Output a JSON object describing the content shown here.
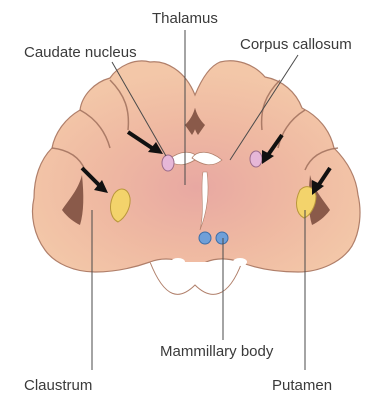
{
  "labels": {
    "thalamus": "Thalamus",
    "caudate_nucleus": "Caudate nucleus",
    "corpus_callosum": "Corpus callosum",
    "mammillary_body": "Mammillary body",
    "claustrum": "Claustrum",
    "putamen": "Putamen"
  },
  "colors": {
    "background": "#ffffff",
    "brain_tissue": "#f3c7a8",
    "brain_center": "#e8a8a2",
    "sulcus_lines": "#8a5a4a",
    "putamen_fill": "#f3d36b",
    "caudate_fill": "#e6b7d8",
    "mammillary_fill": "#6f9fd8",
    "ventricle_fill": "#ffffff",
    "arrow": "#111111"
  },
  "icons": {
    "pointer": "black-arrow"
  }
}
